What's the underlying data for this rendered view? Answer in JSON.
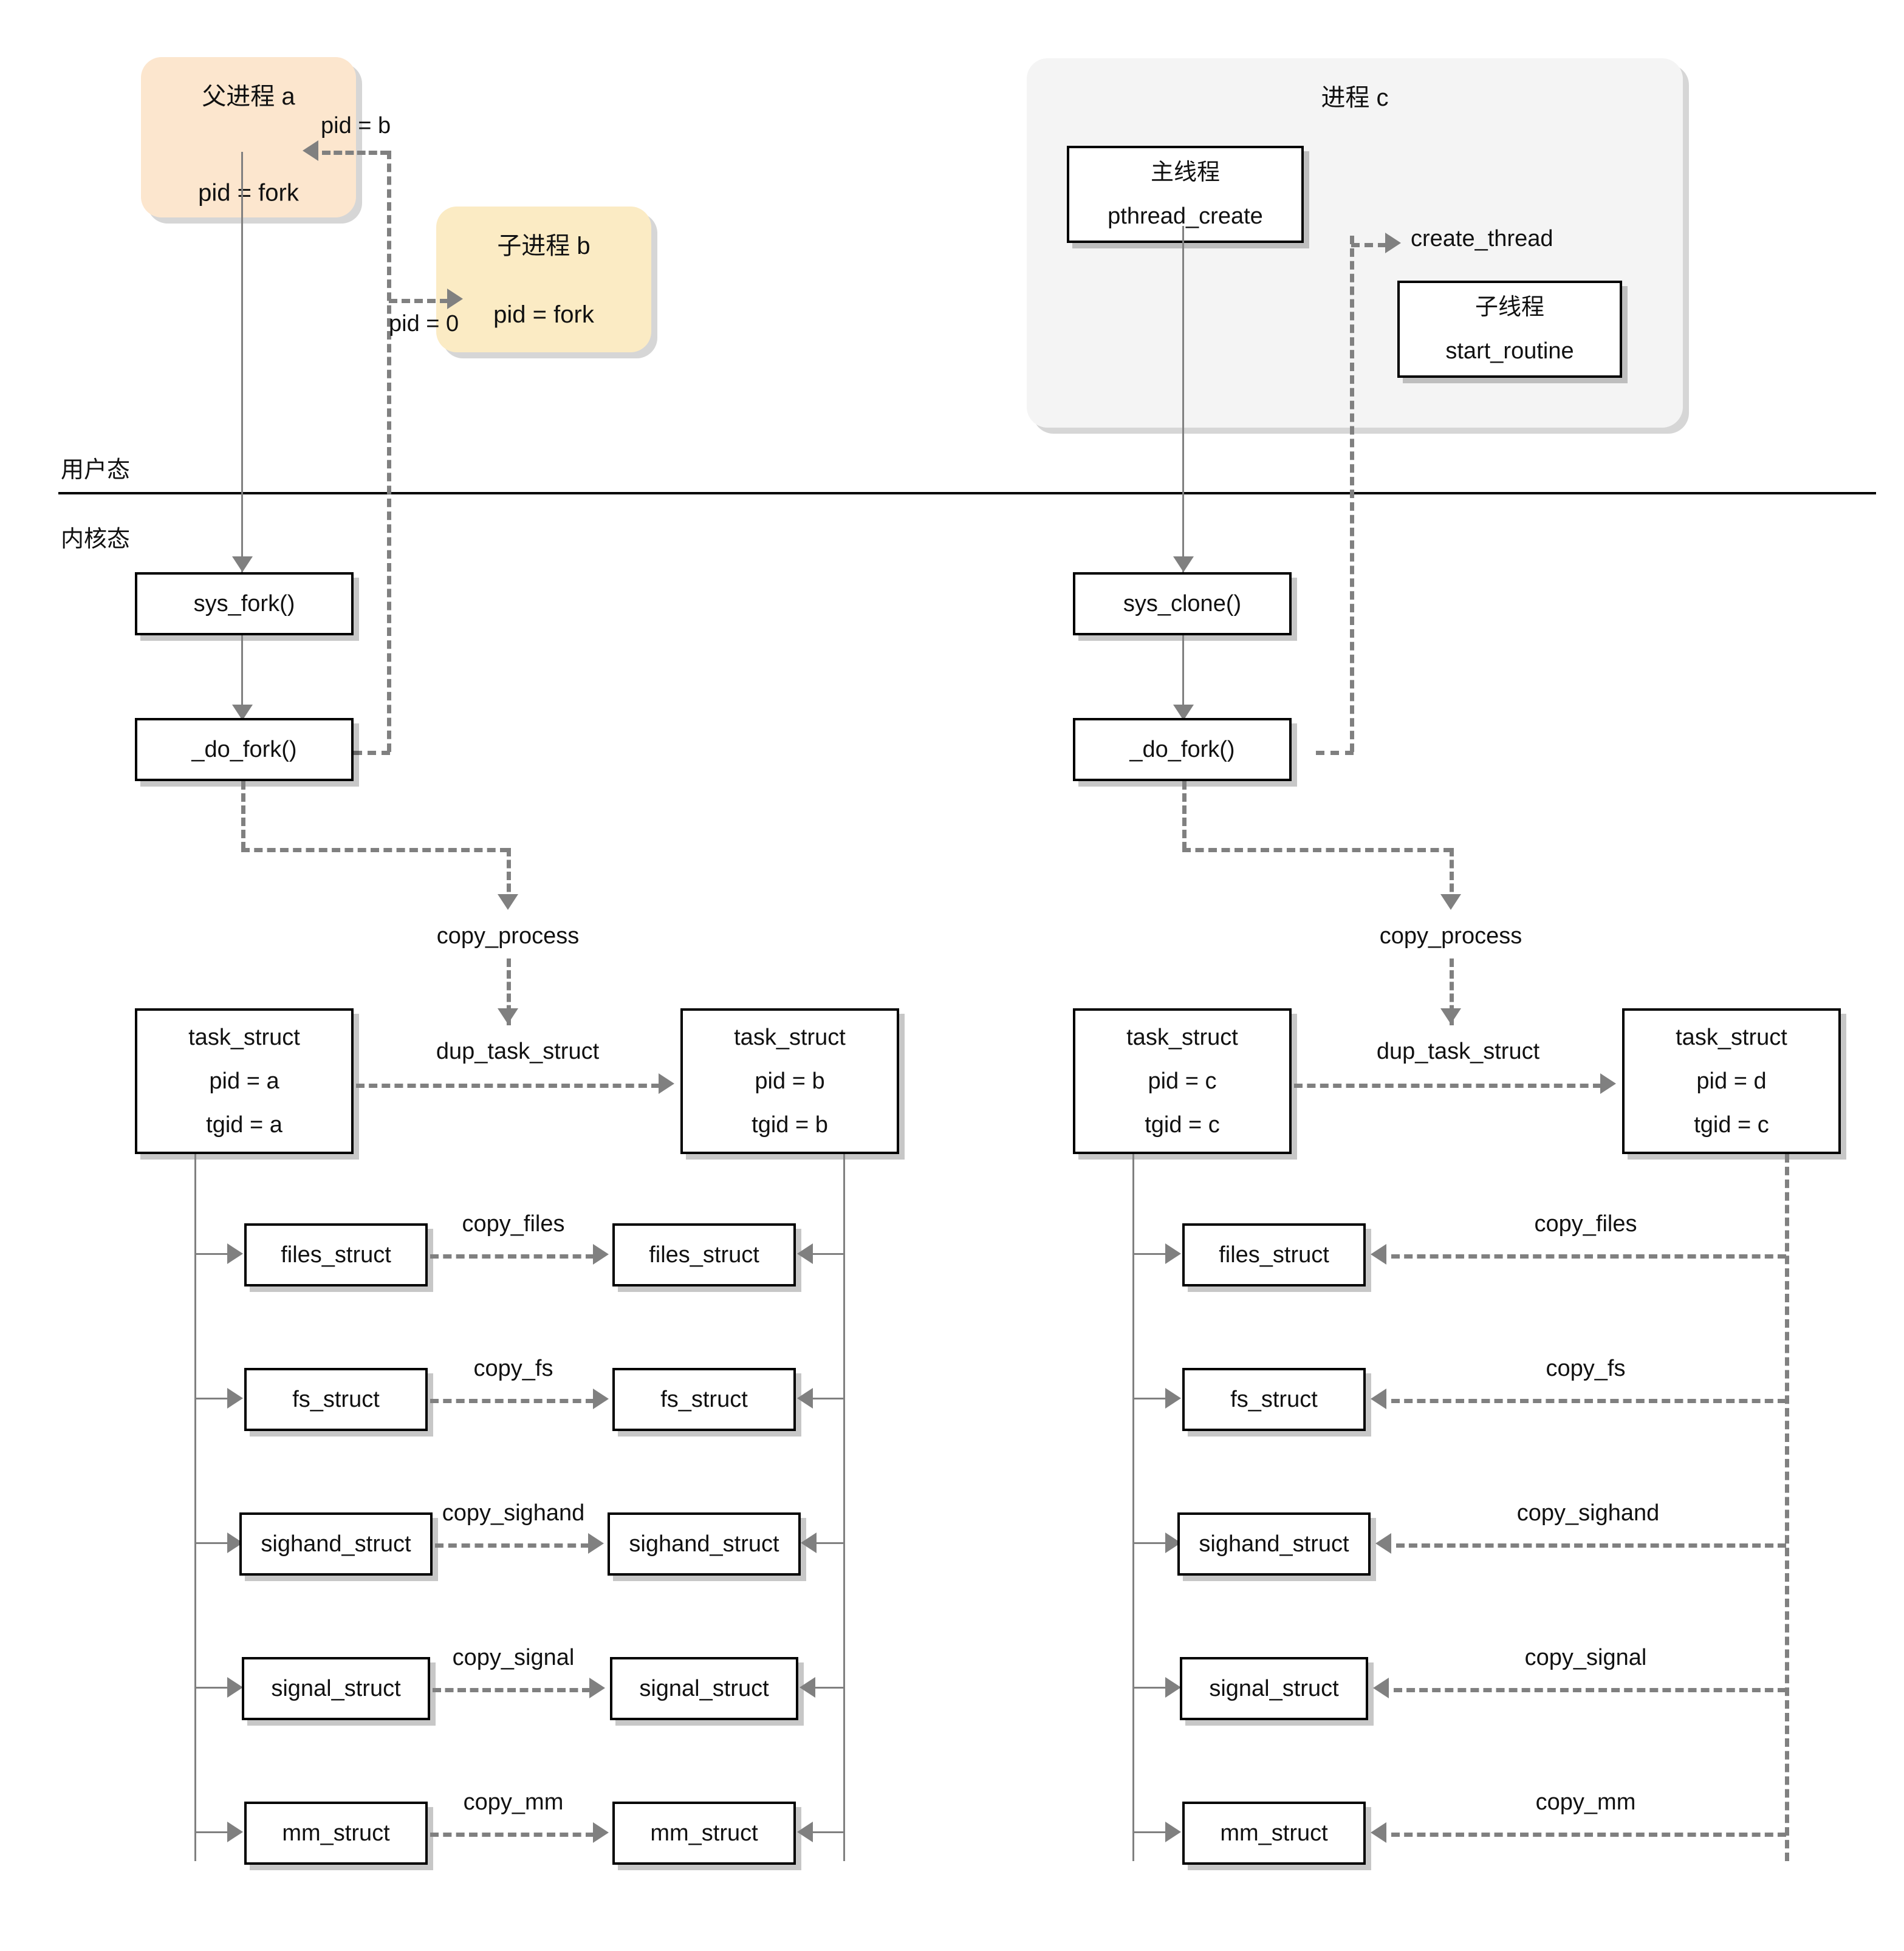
{
  "diagram": {
    "title_user_mode": "用户态",
    "title_kernel_mode": "内核态"
  },
  "left_flow": {
    "parent_process": {
      "title": "父进程 a",
      "body": "pid = fork"
    },
    "child_process": {
      "title": "子进程 b",
      "body": "pid = fork"
    },
    "edge_pid_b": "pid = b",
    "edge_pid_0": "pid = 0",
    "syscall": "sys_fork()",
    "do_fork": "_do_fork()",
    "copy_process": "copy_process",
    "dup_task_struct": "dup_task_struct",
    "task_parent": {
      "name": "task_struct",
      "pid": "pid = a",
      "tgid": "tgid = a"
    },
    "task_child": {
      "name": "task_struct",
      "pid": "pid = b",
      "tgid": "tgid = b"
    },
    "resources": [
      {
        "name": "files_struct",
        "copy": "copy_files"
      },
      {
        "name": "fs_struct",
        "copy": "copy_fs"
      },
      {
        "name": "sighand_struct",
        "copy": "copy_sighand"
      },
      {
        "name": "signal_struct",
        "copy": "copy_signal"
      },
      {
        "name": "mm_struct",
        "copy": "copy_mm"
      }
    ]
  },
  "right_flow": {
    "process_c": {
      "title": "进程 c"
    },
    "main_thread": {
      "title": "主线程",
      "body": "pthread_create"
    },
    "child_thread": {
      "title": "子线程",
      "body": "start_routine"
    },
    "edge_create_thread": "create_thread",
    "syscall": "sys_clone()",
    "do_fork": "_do_fork()",
    "copy_process": "copy_process",
    "dup_task_struct": "dup_task_struct",
    "task_parent": {
      "name": "task_struct",
      "pid": "pid = c",
      "tgid": "tgid = c"
    },
    "task_child": {
      "name": "task_struct",
      "pid": "pid = d",
      "tgid": "tgid = c"
    },
    "resources": [
      {
        "name": "files_struct",
        "copy": "copy_files"
      },
      {
        "name": "fs_struct",
        "copy": "copy_fs"
      },
      {
        "name": "sighand_struct",
        "copy": "copy_sighand"
      },
      {
        "name": "signal_struct",
        "copy": "copy_signal"
      },
      {
        "name": "mm_struct",
        "copy": "copy_mm"
      }
    ]
  },
  "colors": {
    "parent_process_fill": "#fce6ce",
    "child_process_fill": "#fbebc4",
    "process_c_fill": "#f4f4f4",
    "line": "#808080",
    "border": "#000000"
  }
}
